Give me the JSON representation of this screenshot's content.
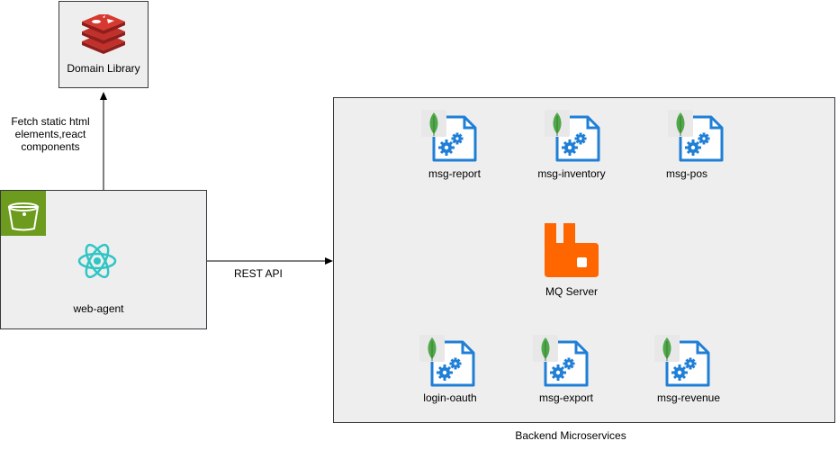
{
  "domain_library": {
    "label": "Domain Library",
    "icon": "redis-icon"
  },
  "web_agent": {
    "label": "web-agent",
    "badge_icon": "s3-bucket-icon",
    "icon": "react-icon"
  },
  "fetch_edge": {
    "label_lines": [
      "Fetch static html",
      "elements,react",
      "components"
    ]
  },
  "rest_edge": {
    "label": "REST API"
  },
  "backend": {
    "label": "Backend Microservices",
    "services": [
      {
        "name": "msg-report",
        "icon": "mongodb-service-icon"
      },
      {
        "name": "msg-inventory",
        "icon": "mongodb-service-icon"
      },
      {
        "name": "msg-pos",
        "icon": "mongodb-service-icon"
      },
      {
        "name": "login-oauth",
        "icon": "mongodb-service-icon"
      },
      {
        "name": "msg-export",
        "icon": "mongodb-service-icon"
      },
      {
        "name": "msg-revenue",
        "icon": "mongodb-service-icon"
      }
    ],
    "mq": {
      "label": "MQ Server",
      "icon": "rabbitmq-icon"
    }
  },
  "colors": {
    "box_fill": "#eeeeee",
    "box_stroke": "#36393d",
    "redis": "#c0312c",
    "s3": "#6d9b1e",
    "react": "#2fc5c5",
    "service_blue": "#1f7fd6",
    "mongo": "#4fa84a",
    "rabbit": "#ff6600"
  }
}
